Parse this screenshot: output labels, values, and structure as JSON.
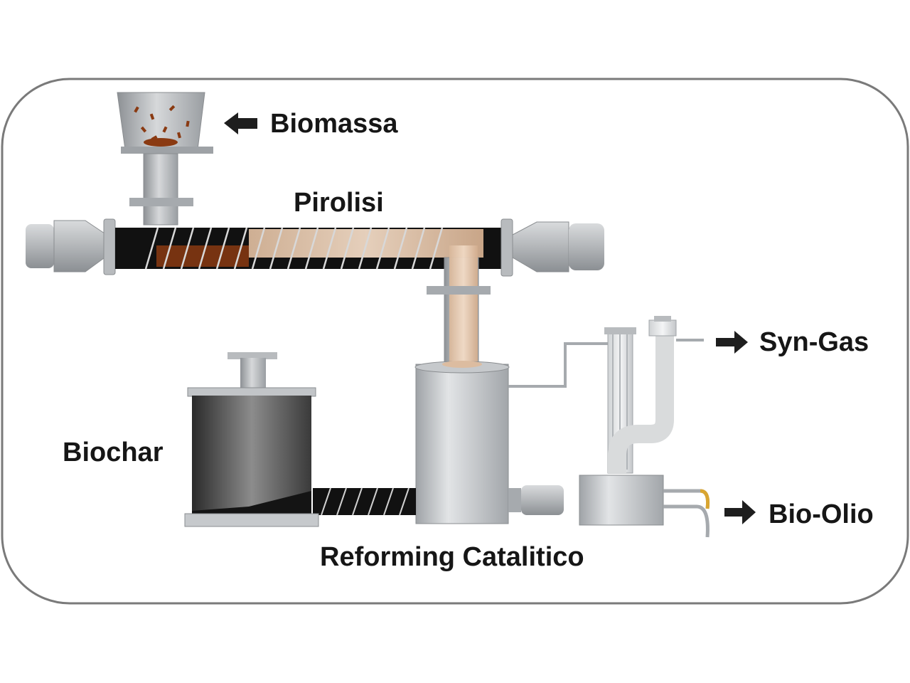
{
  "labels": {
    "biomass": "Biomassa",
    "pyrolysis": "Pirolisi",
    "biochar": "Biochar",
    "syngas": "Syn-Gas",
    "biooil": "Bio-Olio",
    "reforming": "Reforming Catalitico"
  },
  "colors": {
    "frame_border": "#7a7a7a",
    "metal": "#b9bcbf",
    "metal_dark": "#8e9296",
    "biomass_brown": "#8a3a12",
    "vapor": "#e4c3a8",
    "char_black": "#1a1a1a",
    "oil_gold": "#d9a531",
    "arrow": "#1e1e1e"
  }
}
